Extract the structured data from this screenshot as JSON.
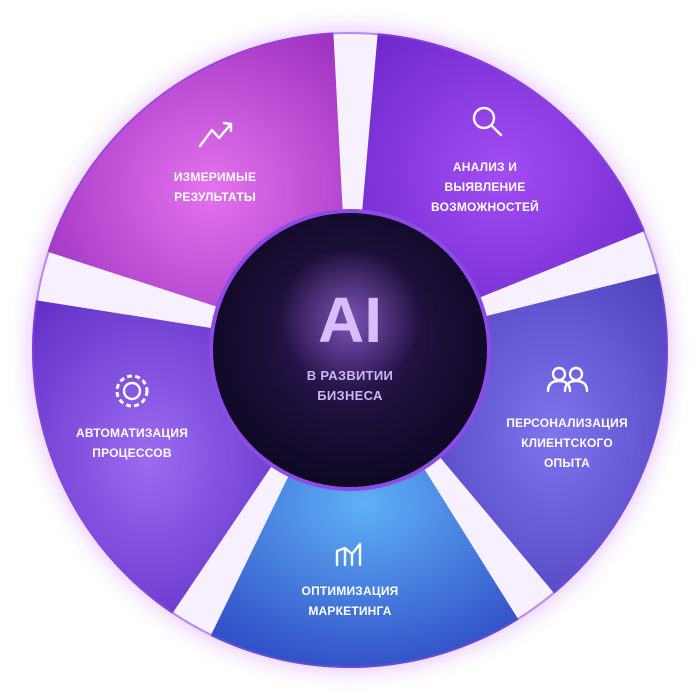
{
  "center": {
    "title": "AI",
    "subtitle_lines": [
      "В РАЗВИТИИ",
      "БИЗНЕСА"
    ]
  },
  "segments": [
    {
      "id": "analysis",
      "icon": "search-icon",
      "lines": [
        "АНАЛИЗ И",
        "ВЫЯВЛЕНИЕ",
        "ВОЗМОЖНОСТЕЙ"
      ],
      "color": "#8a3be6"
    },
    {
      "id": "personalization",
      "icon": "users-icon",
      "lines": [
        "ПЕРСОНАЛИЗАЦИЯ",
        "КЛИЕНТСКОГО",
        "ОПЫТА"
      ],
      "color": "#5a52d6"
    },
    {
      "id": "marketing",
      "icon": "bar-chart-icon",
      "lines": [
        "ОПТИМИЗАЦИЯ",
        "МАРКЕТИНГА"
      ],
      "color": "#3f8ce8"
    },
    {
      "id": "automation",
      "icon": "gear-icon",
      "lines": [
        "АВТОМАТИЗАЦИЯ",
        "ПРОЦЕССОВ"
      ],
      "color": "#6f3fd6"
    },
    {
      "id": "results",
      "icon": "trend-up-icon",
      "lines": [
        "ИЗМЕРИМЫЕ",
        "РЕЗУЛЬТАТЫ"
      ],
      "color": "#b23fd2"
    }
  ]
}
